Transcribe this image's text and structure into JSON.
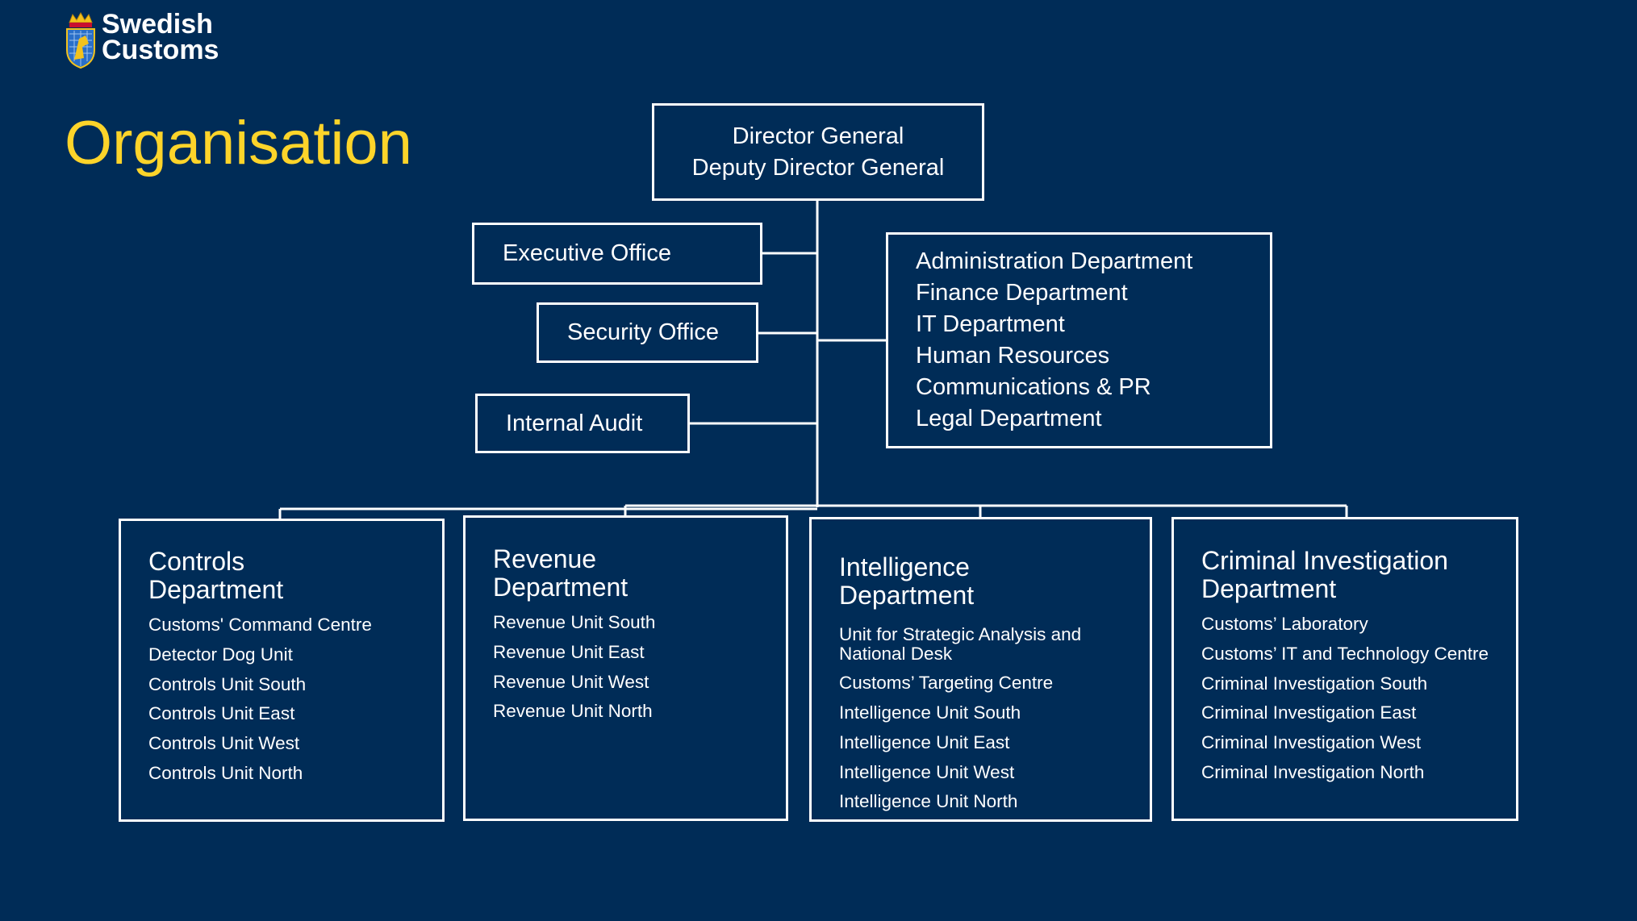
{
  "logo": {
    "line1": "Swedish",
    "line2": "Customs"
  },
  "page_title": "Organisation",
  "director": {
    "line1": "Director General",
    "line2": "Deputy Director General"
  },
  "executive_office": "Executive Office",
  "security_office": "Security Office",
  "internal_audit": "Internal Audit",
  "admin_departments": [
    "Administration Department",
    "Finance Department",
    "IT Department",
    "Human Resources",
    "Communications & PR",
    "Legal Department"
  ],
  "departments": [
    {
      "title": "Controls\nDepartment",
      "units": [
        "Customs' Command Centre",
        "Detector Dog Unit",
        "Controls Unit South",
        "Controls Unit East",
        "Controls Unit West",
        "Controls Unit North"
      ]
    },
    {
      "title": "Revenue\nDepartment",
      "units": [
        "Revenue Unit South",
        "Revenue Unit East",
        "Revenue Unit West",
        "Revenue Unit North"
      ]
    },
    {
      "title": "Intelligence\nDepartment",
      "units": [
        "Unit for Strategic Analysis and National Desk",
        "Customs’ Targeting Centre",
        "Intelligence Unit South",
        "Intelligence Unit East",
        "Intelligence Unit West",
        "Intelligence Unit North"
      ]
    },
    {
      "title": "Criminal Investigation\nDepartment",
      "units": [
        "Customs’ Laboratory",
        "Customs’ IT and Technology Centre",
        "Criminal Investigation South",
        "Criminal Investigation East",
        "Criminal Investigation West",
        "Criminal Investigation North"
      ]
    }
  ],
  "colors": {
    "background": "#002c57",
    "title": "#fdd42a",
    "lines": "#ffffff"
  }
}
